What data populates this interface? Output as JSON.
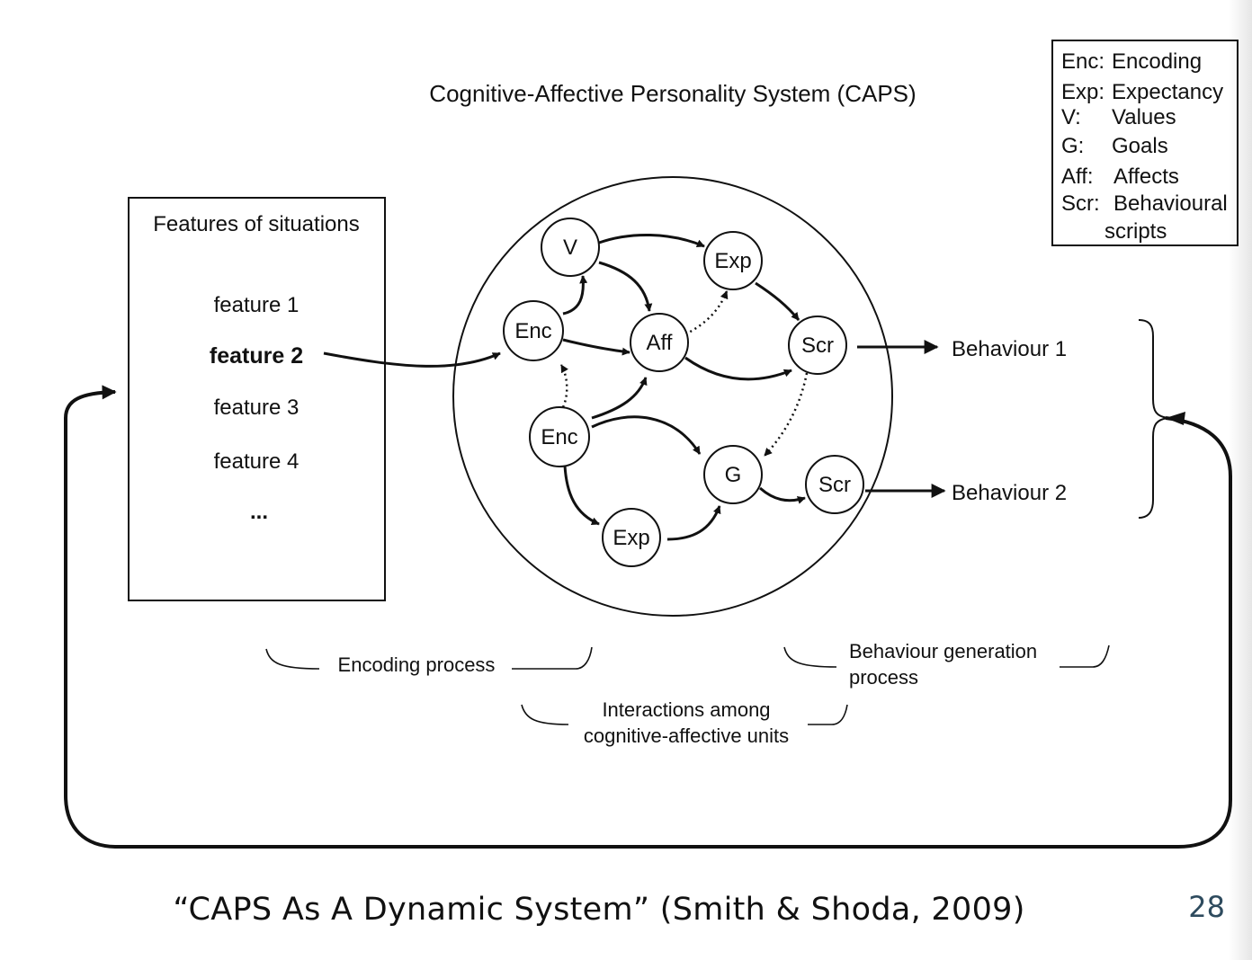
{
  "diagram": {
    "title": "Cognitive-Affective Personality System (CAPS)",
    "legend": [
      {
        "abbr": "Enc:",
        "meaning": "Encoding"
      },
      {
        "abbr": "Exp:",
        "meaning": "Expectancy"
      },
      {
        "abbr": "V:",
        "meaning": "Values"
      },
      {
        "abbr": "G:",
        "meaning": "Goals"
      },
      {
        "abbr": "Aff:",
        "meaning": "Affects"
      },
      {
        "abbr": "Scr:",
        "meaning": "Behavioural",
        "meaning2": "scripts"
      }
    ],
    "situations": {
      "header": "Features of situations",
      "features": [
        "feature 1",
        "feature 2",
        "feature 3",
        "feature 4",
        "..."
      ]
    },
    "nodes": {
      "v": "V",
      "exp_top": "Exp",
      "enc_top": "Enc",
      "aff": "Aff",
      "scr_top": "Scr",
      "enc_bottom": "Enc",
      "g": "G",
      "scr_bottom": "Scr",
      "exp_bottom": "Exp"
    },
    "behaviours": [
      "Behaviour 1",
      "Behaviour 2"
    ],
    "processes": {
      "encoding": "Encoding process",
      "interactions_line1": "Interactions among",
      "interactions_line2": "cognitive-affective units",
      "generation_line1": "Behaviour generation",
      "generation_line2": "process"
    }
  },
  "caption": "“CAPS As A Dynamic System” (Smith & Shoda, 2009)",
  "page_number": "28"
}
